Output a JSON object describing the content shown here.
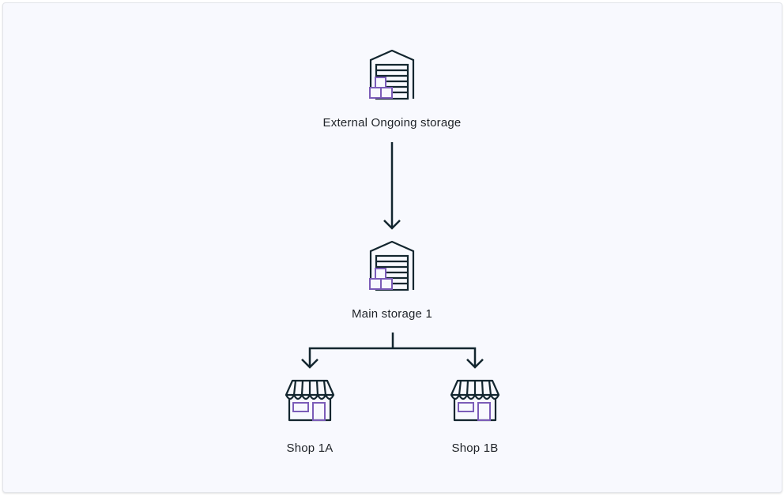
{
  "diagram": {
    "title": "Storage hierarchy",
    "colors": {
      "stroke": "#13262f",
      "accent": "#7b5cb8",
      "background": "#f8f9fe"
    },
    "nodes": [
      {
        "id": "external",
        "label": "External Ongoing storage",
        "icon": "warehouse-icon"
      },
      {
        "id": "main",
        "label": "Main storage 1",
        "icon": "warehouse-icon"
      },
      {
        "id": "shop1a",
        "label": "Shop 1A",
        "icon": "shop-icon"
      },
      {
        "id": "shop1b",
        "label": "Shop 1B",
        "icon": "shop-icon"
      }
    ],
    "edges": [
      {
        "from": "external",
        "to": "main"
      },
      {
        "from": "main",
        "to": "shop1a"
      },
      {
        "from": "main",
        "to": "shop1b"
      }
    ]
  }
}
